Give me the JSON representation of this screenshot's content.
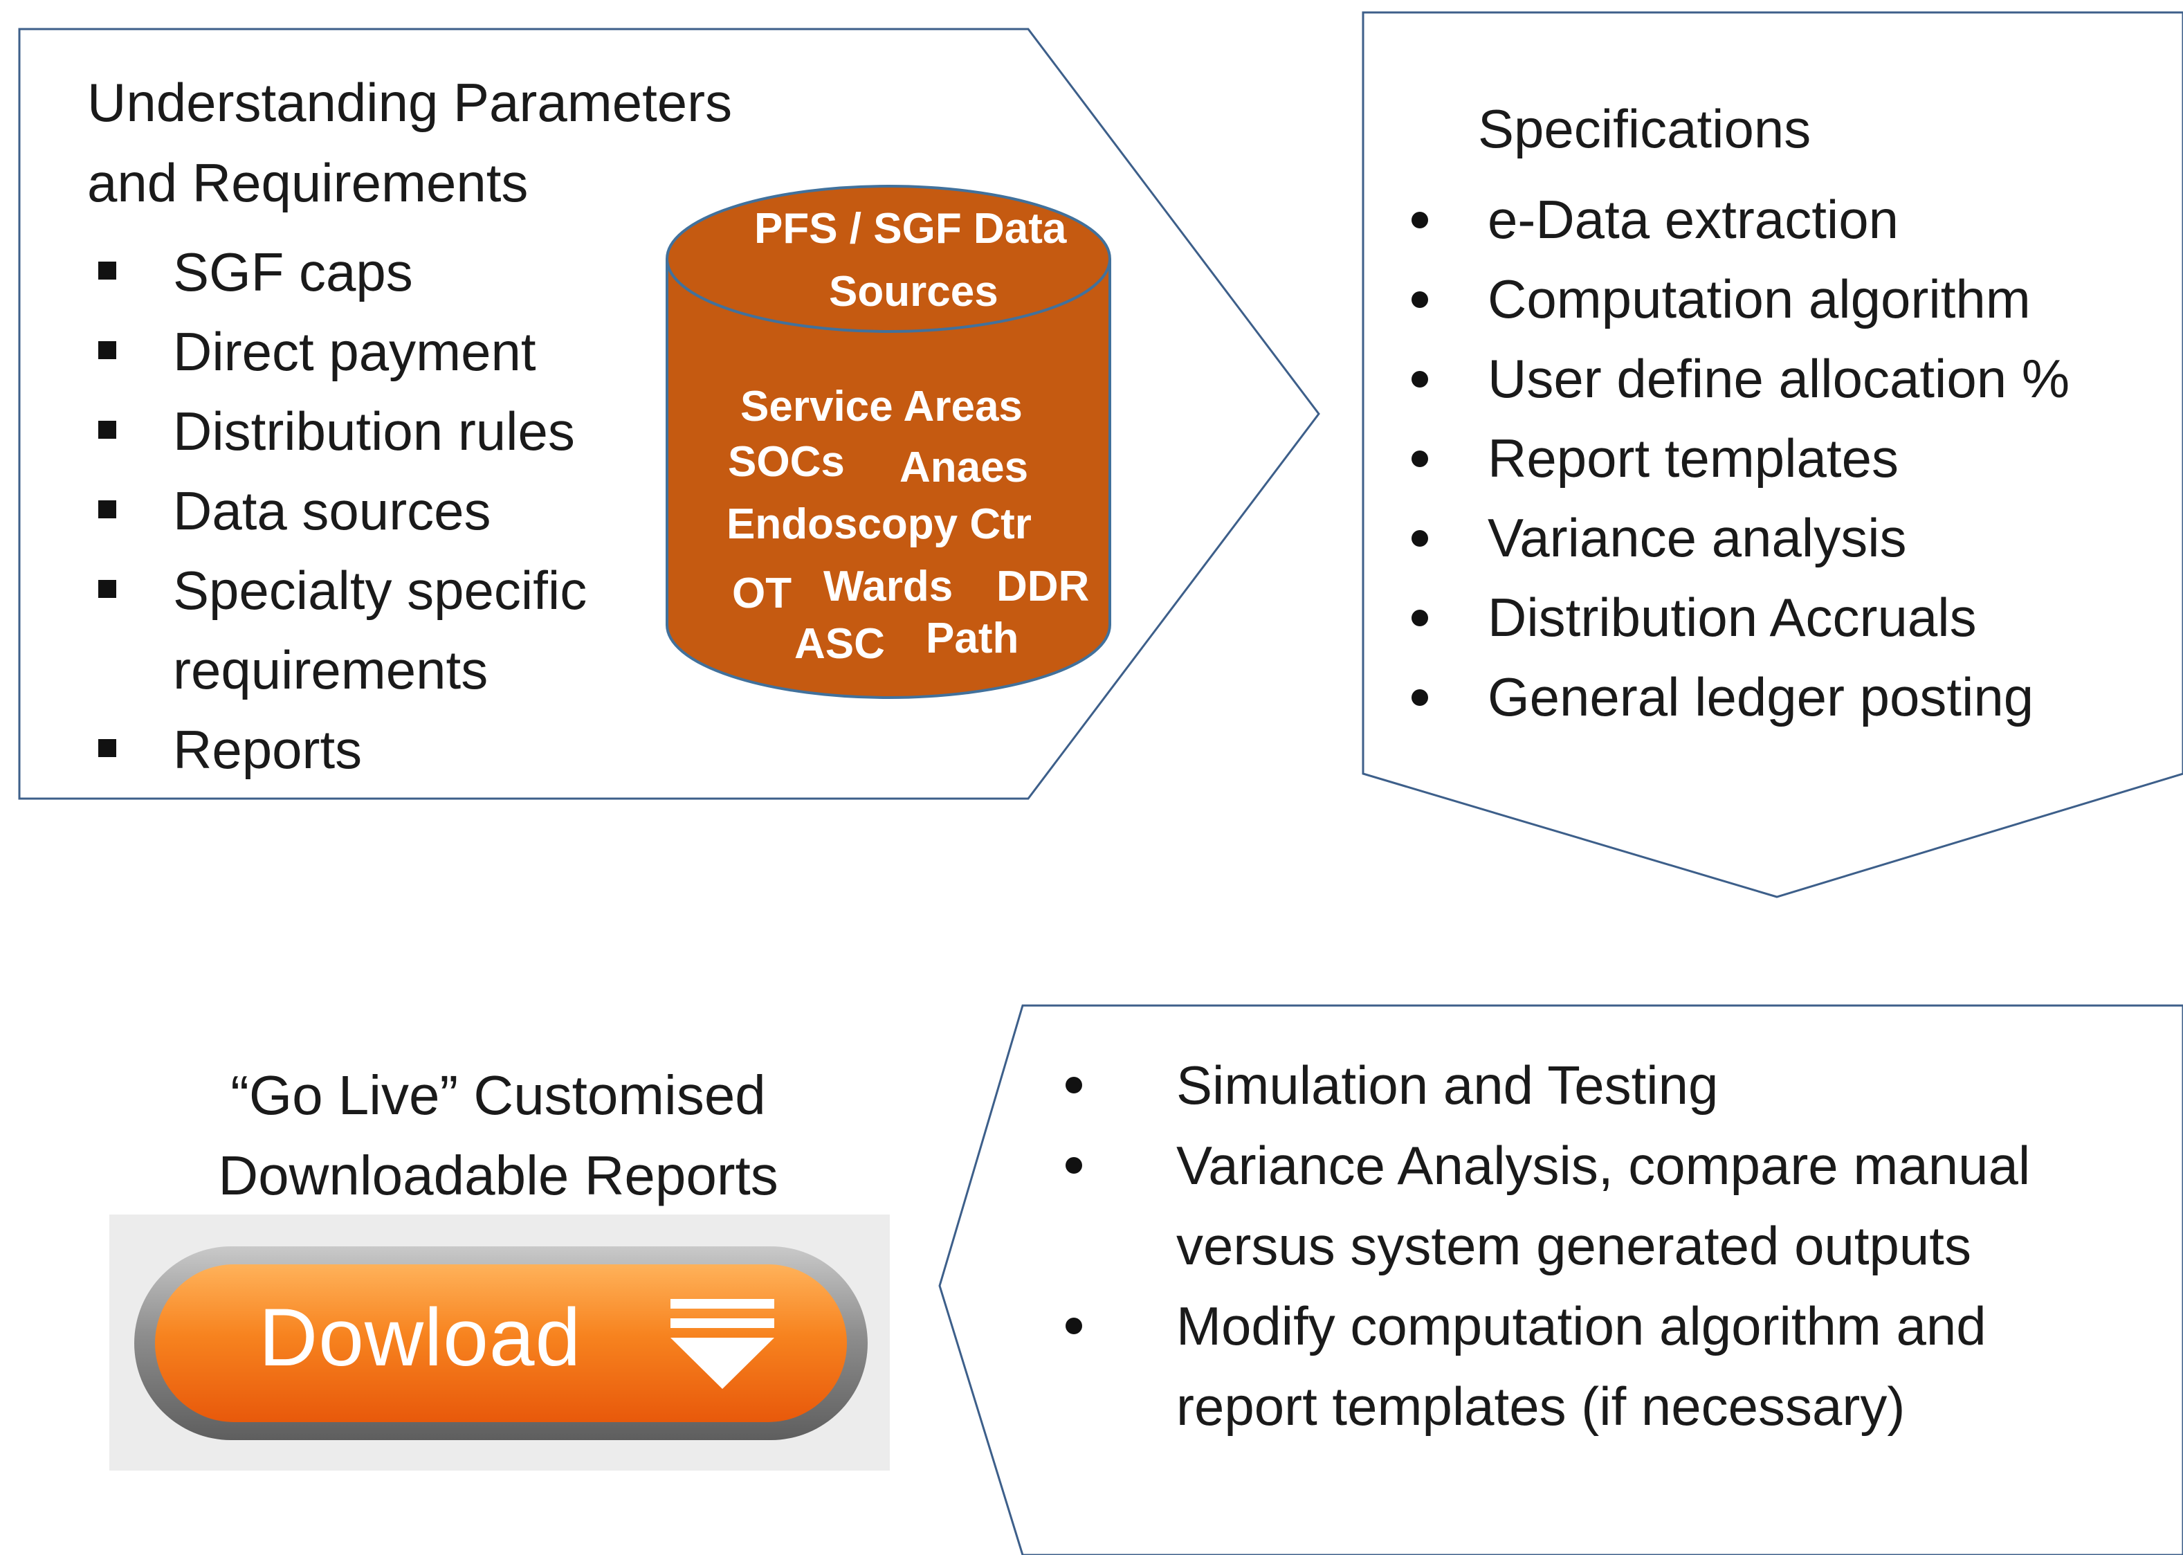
{
  "colors": {
    "outline": "#3d5f8a",
    "cylinder_fill": "#c55a11",
    "cylinder_stroke": "#41719c",
    "button_orange": "#f7831f"
  },
  "step1": {
    "title_line1": "Understanding Parameters",
    "title_line2": "and Requirements",
    "items": [
      "SGF caps",
      "Direct payment",
      "Distribution rules",
      "Data sources",
      "Specialty specific",
      "requirements",
      "Reports"
    ]
  },
  "data_sources": {
    "title_line1": "PFS / SGF Data",
    "title_line2": "Sources",
    "labels": {
      "service_areas": "Service Areas",
      "socs": "SOCs",
      "anaes": "Anaes",
      "endoscopy": "Endoscopy Ctr",
      "ot": "OT",
      "wards": "Wards",
      "ddr": "DDR",
      "asc": "ASC",
      "path": "Path"
    }
  },
  "step2": {
    "title": "Specifications",
    "items": [
      "e-Data extraction",
      "Computation algorithm",
      "User define allocation %",
      "Report templates",
      "Variance analysis",
      "Distribution Accruals",
      "General ledger posting"
    ]
  },
  "step3": {
    "items": [
      "Simulation and Testing",
      "Variance Analysis, compare manual",
      "versus system generated outputs",
      "Modify computation algorithm and",
      "report templates (if necessary)"
    ]
  },
  "step4": {
    "title_line1": "“Go Live” Customised",
    "title_line2": "Downloadable Reports",
    "button_label": "Dowload",
    "button_icon": "download-arrow-icon"
  }
}
